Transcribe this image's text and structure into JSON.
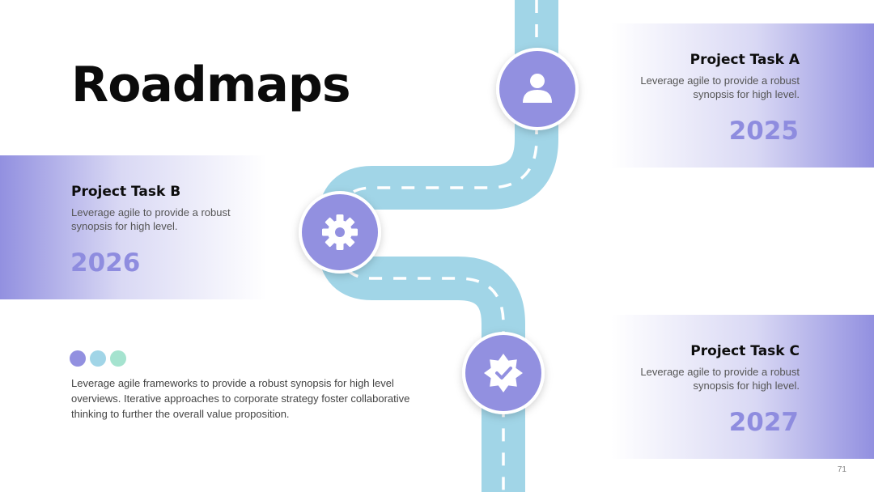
{
  "page": {
    "title": "Roadmaps",
    "page_number": "71"
  },
  "colors": {
    "accent": "#9290e0",
    "road": "#a1d5e7",
    "dots": [
      "#9290e0",
      "#a1d5e7",
      "#a5e3cf"
    ]
  },
  "tasks": [
    {
      "title": "Project Task A",
      "description": "Leverage agile to provide a robust synopsis for high level.",
      "year": "2025",
      "icon": "person-icon"
    },
    {
      "title": "Project Task B",
      "description": "Leverage agile to provide a robust synopsis for high level.",
      "year": "2026",
      "icon": "gear-icon"
    },
    {
      "title": "Project Task C",
      "description": "Leverage agile to provide a robust synopsis for high level.",
      "year": "2027",
      "icon": "badge-check-icon"
    }
  ],
  "summary": "Leverage agile frameworks to provide a robust synopsis for high level overviews. Iterative approaches to corporate strategy foster collaborative thinking to further the overall value proposition."
}
